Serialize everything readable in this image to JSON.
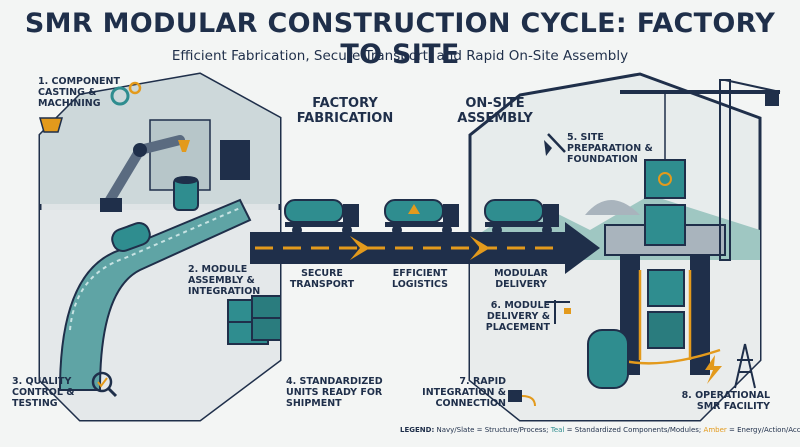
{
  "header": {
    "title": "SMR MODULAR CONSTRUCTION CYCLE: FACTORY TO SITE",
    "subtitle": "Efficient Fabrication, Secure Transport, and Rapid On-Site Assembly"
  },
  "sections": {
    "factory": "FACTORY FABRICATION",
    "site": "ON-SITE ASSEMBLY"
  },
  "steps": {
    "s1": "1. COMPONENT CASTING & MACHINING",
    "s2": "2. MODULE ASSEMBLY & INTEGRATION",
    "s3": "3. QUALITY CONTROL & TESTING",
    "s4": "4. STANDARDIZED UNITS READY FOR SHIPMENT",
    "s5": "5. SITE PREPARATION & FOUNDATION",
    "s6": "6. MODULE DELIVERY & PLACEMENT",
    "s7": "7. RAPID INTEGRATION & CONNECTION",
    "s8": "8. OPERATIONAL SMR FACILITY"
  },
  "transport": {
    "secure": "SECURE TRANSPORT",
    "efficient": "EFFICIENT LOGISTICS",
    "modular": "MODULAR DELIVERY"
  },
  "legend": {
    "label": "LEGEND:",
    "navy": "Navy/Slate = Structure/Process;",
    "teal": "Teal",
    "teal_rest": "= Standardized Components/Modules;",
    "amber": "Amber",
    "amber_rest": "= Energy/Action/Accent"
  },
  "colors": {
    "navy": "#1f2f4a",
    "teal": "#2f8d8f",
    "amber": "#e39a1c",
    "slate": "#5a6b80"
  }
}
